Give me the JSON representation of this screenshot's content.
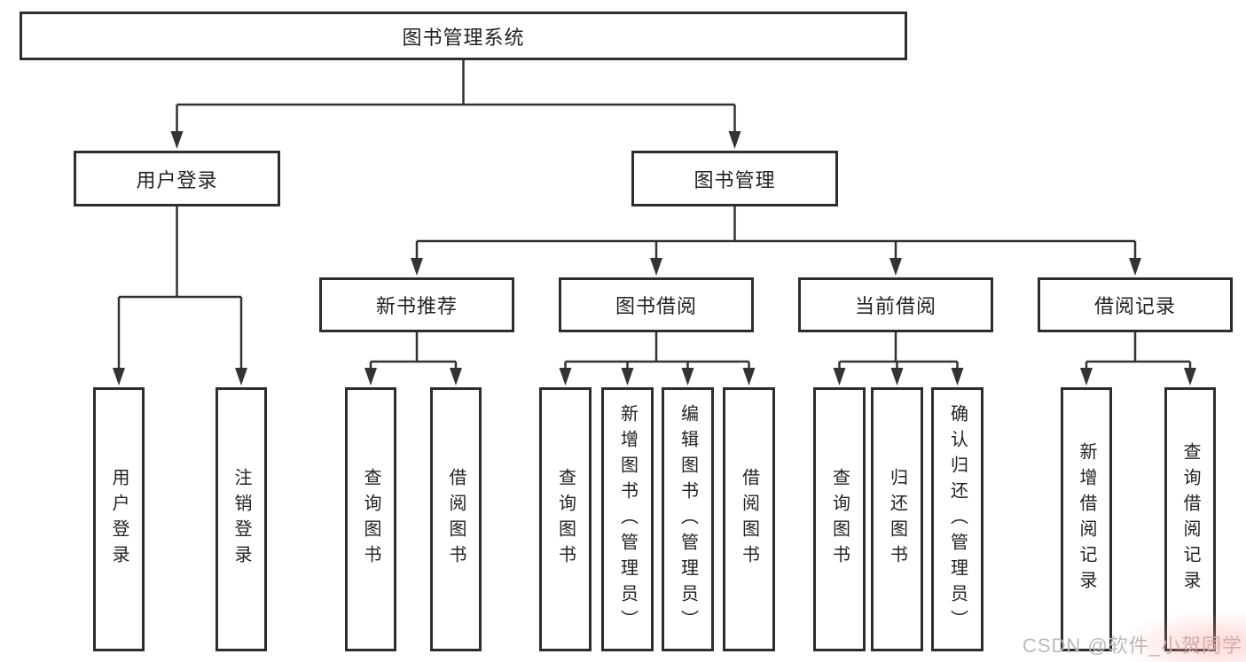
{
  "tree": {
    "label": "图书管理系统",
    "children": [
      {
        "label": "用户登录",
        "children": [
          {
            "label": "用户登录"
          },
          {
            "label": "注销登录"
          }
        ]
      },
      {
        "label": "图书管理",
        "children": [
          {
            "label": "新书推荐",
            "children": [
              {
                "label": "查询图书"
              },
              {
                "label": "借阅图书"
              }
            ]
          },
          {
            "label": "图书借阅",
            "children": [
              {
                "label": "查询图书"
              },
              {
                "label": "新增图书（管理员）"
              },
              {
                "label": "编辑图书（管理员）"
              },
              {
                "label": "借阅图书"
              }
            ]
          },
          {
            "label": "当前借阅",
            "children": [
              {
                "label": "查询图书"
              },
              {
                "label": "归还图书"
              },
              {
                "label": "确认归还（管理员）"
              }
            ]
          },
          {
            "label": "借阅记录",
            "children": [
              {
                "label": "新增借阅记录"
              },
              {
                "label": "查询借阅记录"
              }
            ]
          }
        ]
      }
    ]
  },
  "watermark": {
    "text": "CSDN @软件_小贺同学"
  },
  "colors": {
    "background": "#ffffff",
    "box_border": "#2d2d2d",
    "connector_line": "#333333",
    "text": "#222222",
    "watermark_text": "#b9b9b9",
    "watermark_tint": "#ff9696"
  }
}
